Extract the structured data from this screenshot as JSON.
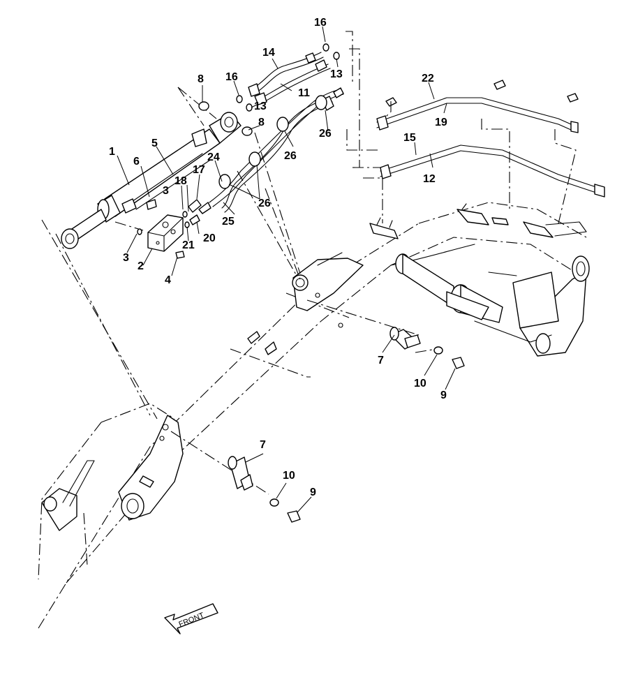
{
  "diagram": {
    "front_arrow_text": "FRONT",
    "callouts": [
      {
        "id": "c1",
        "text": "1"
      },
      {
        "id": "c2",
        "text": "2"
      },
      {
        "id": "c3a",
        "text": "3"
      },
      {
        "id": "c3b",
        "text": "3"
      },
      {
        "id": "c4",
        "text": "4"
      },
      {
        "id": "c5",
        "text": "5"
      },
      {
        "id": "c6",
        "text": "6"
      },
      {
        "id": "c7a",
        "text": "7"
      },
      {
        "id": "c7b",
        "text": "7"
      },
      {
        "id": "c8a",
        "text": "8"
      },
      {
        "id": "c8b",
        "text": "8"
      },
      {
        "id": "c9a",
        "text": "9"
      },
      {
        "id": "c9b",
        "text": "9"
      },
      {
        "id": "c10a",
        "text": "10"
      },
      {
        "id": "c10b",
        "text": "10"
      },
      {
        "id": "c11",
        "text": "11"
      },
      {
        "id": "c12",
        "text": "12"
      },
      {
        "id": "c13a",
        "text": "13"
      },
      {
        "id": "c13b",
        "text": "13"
      },
      {
        "id": "c14",
        "text": "14"
      },
      {
        "id": "c15",
        "text": "15"
      },
      {
        "id": "c16a",
        "text": "16"
      },
      {
        "id": "c16b",
        "text": "16"
      },
      {
        "id": "c17",
        "text": "17"
      },
      {
        "id": "c18",
        "text": "18"
      },
      {
        "id": "c19",
        "text": "19"
      },
      {
        "id": "c20",
        "text": "20"
      },
      {
        "id": "c21",
        "text": "21"
      },
      {
        "id": "c22",
        "text": "22"
      },
      {
        "id": "c24",
        "text": "24"
      },
      {
        "id": "c25",
        "text": "25"
      },
      {
        "id": "c26a",
        "text": "26"
      },
      {
        "id": "c26b",
        "text": "26"
      },
      {
        "id": "c26c",
        "text": "26"
      }
    ]
  }
}
